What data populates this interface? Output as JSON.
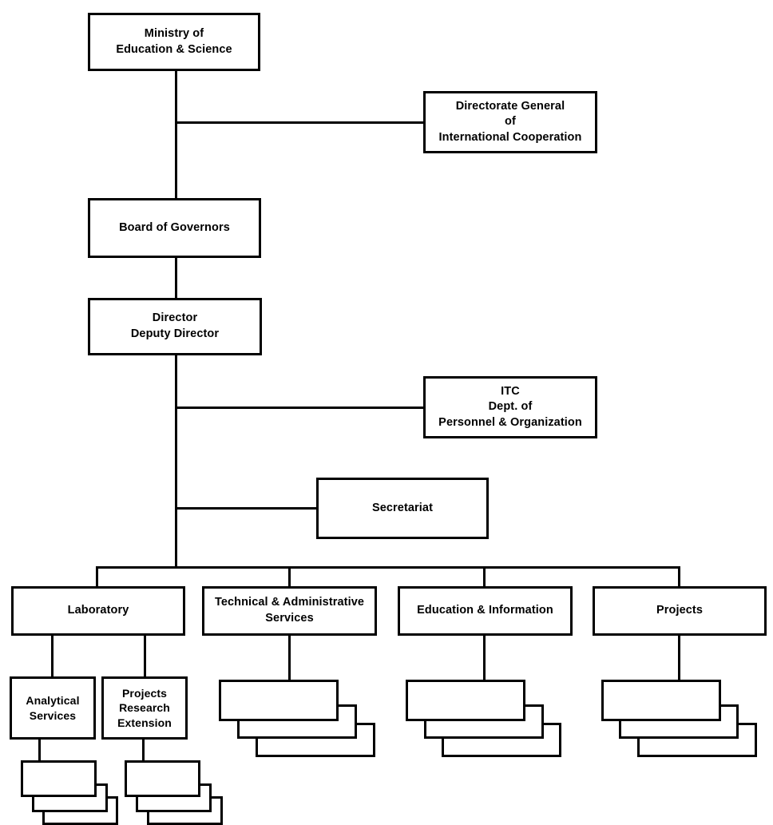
{
  "chart_data": {
    "type": "diagram",
    "title": "Organization chart",
    "diagram_kind": "organizational-hierarchy",
    "orientation": "top-down",
    "nodes": [
      {
        "id": "ministry",
        "label": "Ministry of\nEducation & Science",
        "level": 0
      },
      {
        "id": "directorate",
        "label": "Directorate General\nof\nInternational Cooperation",
        "level": 1,
        "attachment": "side"
      },
      {
        "id": "board",
        "label": "Board of Governors",
        "level": 1
      },
      {
        "id": "director",
        "label": "Director\nDeputy Director",
        "level": 2
      },
      {
        "id": "itc",
        "label": "ITC\nDept. of\nPersonnel & Organization",
        "level": 3,
        "attachment": "side"
      },
      {
        "id": "secretariat",
        "label": "Secretariat",
        "level": 3,
        "attachment": "side"
      },
      {
        "id": "laboratory",
        "label": "Laboratory",
        "level": 4
      },
      {
        "id": "technical",
        "label": "Technical & Administrative\nServices",
        "level": 4
      },
      {
        "id": "education",
        "label": "Education & Information",
        "level": 4
      },
      {
        "id": "projects",
        "label": "Projects",
        "level": 4
      },
      {
        "id": "analytical",
        "label": "Analytical\nServices",
        "level": 5
      },
      {
        "id": "projres",
        "label": "Projects\nResearch\nExtension",
        "level": 5
      }
    ],
    "edges": [
      {
        "from": "ministry",
        "to": "directorate"
      },
      {
        "from": "ministry",
        "to": "board"
      },
      {
        "from": "board",
        "to": "director"
      },
      {
        "from": "director",
        "to": "itc"
      },
      {
        "from": "director",
        "to": "secretariat"
      },
      {
        "from": "director",
        "to": "laboratory"
      },
      {
        "from": "director",
        "to": "technical"
      },
      {
        "from": "director",
        "to": "education"
      },
      {
        "from": "director",
        "to": "projects"
      },
      {
        "from": "laboratory",
        "to": "analytical"
      },
      {
        "from": "laboratory",
        "to": "projres"
      },
      {
        "from": "analytical",
        "to": "blank-stack-analytical"
      },
      {
        "from": "projres",
        "to": "blank-stack-projres"
      },
      {
        "from": "technical",
        "to": "blank-stack-technical"
      },
      {
        "from": "education",
        "to": "blank-stack-education"
      },
      {
        "from": "projects",
        "to": "blank-stack-projects"
      }
    ],
    "blank_stacks": [
      {
        "id": "blank-stack-analytical",
        "count": 3,
        "label": ""
      },
      {
        "id": "blank-stack-projres",
        "count": 3,
        "label": ""
      },
      {
        "id": "blank-stack-technical",
        "count": 3,
        "label": ""
      },
      {
        "id": "blank-stack-education",
        "count": 3,
        "label": ""
      },
      {
        "id": "blank-stack-projects",
        "count": 3,
        "label": ""
      }
    ],
    "colors": {
      "background": "#ffffff",
      "stroke": "#000000",
      "text": "#000000",
      "fill": "#ffffff"
    }
  },
  "nodes": {
    "ministry": {
      "label": "Ministry of\nEducation & Science"
    },
    "directorate": {
      "label": "Directorate General\nof\nInternational Cooperation"
    },
    "board": {
      "label": "Board of Governors"
    },
    "director": {
      "label": "Director\nDeputy Director"
    },
    "itc": {
      "label": "ITC\nDept. of\nPersonnel & Organization"
    },
    "secretariat": {
      "label": "Secretariat"
    },
    "laboratory": {
      "label": "Laboratory"
    },
    "technical": {
      "label": "Technical & Administrative\nServices"
    },
    "education": {
      "label": "Education & Information"
    },
    "projects": {
      "label": "Projects"
    },
    "analytical": {
      "label": "Analytical\nServices"
    },
    "projres": {
      "label": "Projects\nResearch\nExtension"
    }
  }
}
